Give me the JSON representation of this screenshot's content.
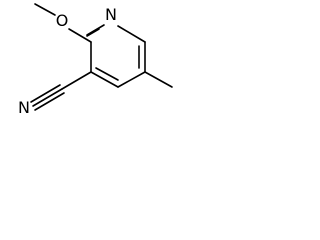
{
  "molecule": {
    "atoms": {
      "pyridine_nitrogen": "N",
      "ether_oxygen": "O",
      "nitrile_nitrogen": "N"
    }
  },
  "colors": {
    "background": "#ffffff",
    "bond": "#000000",
    "label": "#000000"
  }
}
